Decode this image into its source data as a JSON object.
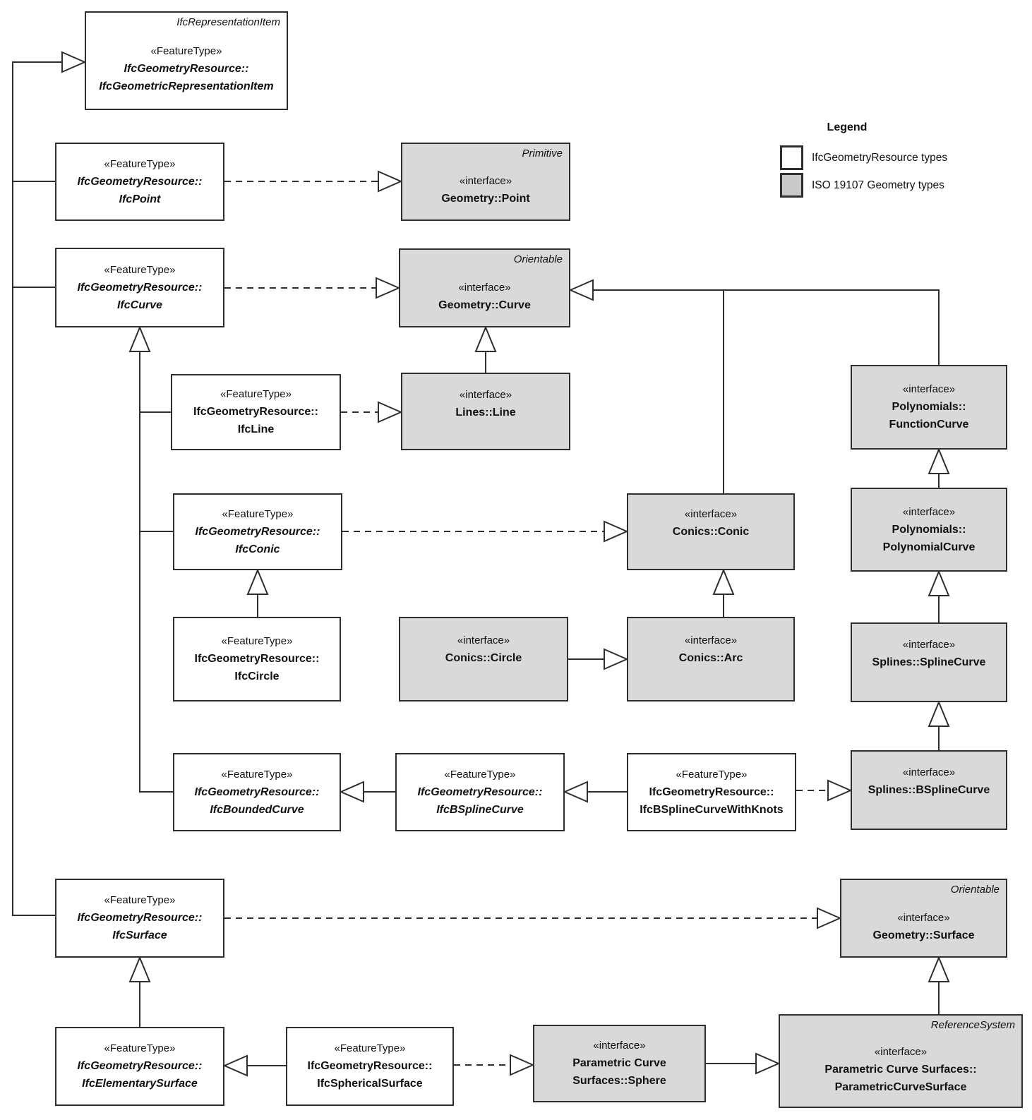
{
  "legend": {
    "title": "Legend",
    "items": [
      {
        "swatch": "white",
        "label": "IfcGeometryResource types"
      },
      {
        "swatch": "gray",
        "label": "ISO 19107 Geometry types"
      }
    ]
  },
  "colors": {
    "ifc_box_fill": "#ffffff",
    "iso_box_fill": "#d9d9d9",
    "box_border": "#2e2e2e",
    "text": "#111111"
  },
  "nodes": {
    "reprItem": {
      "header": "IfcRepresentationItem",
      "stereotype": "«FeatureType»",
      "name": [
        "IfcGeometryResource::",
        "IfcGeometricRepresentationItem"
      ],
      "abstract": true,
      "category": "IfcGeometryResource types"
    },
    "ifcPoint": {
      "stereotype": "«FeatureType»",
      "name": [
        "IfcGeometryResource::",
        "IfcPoint"
      ],
      "abstract": true,
      "category": "IfcGeometryResource types"
    },
    "ifcCurve": {
      "stereotype": "«FeatureType»",
      "name": [
        "IfcGeometryResource::",
        "IfcCurve"
      ],
      "abstract": true,
      "category": "IfcGeometryResource types"
    },
    "ifcLine": {
      "stereotype": "«FeatureType»",
      "name": [
        "IfcGeometryResource::",
        "IfcLine"
      ],
      "abstract": false,
      "category": "IfcGeometryResource types"
    },
    "ifcConic": {
      "stereotype": "«FeatureType»",
      "name": [
        "IfcGeometryResource::",
        "IfcConic"
      ],
      "abstract": true,
      "category": "IfcGeometryResource types"
    },
    "ifcCircle": {
      "stereotype": "«FeatureType»",
      "name": [
        "IfcGeometryResource::",
        "IfcCircle"
      ],
      "abstract": false,
      "category": "IfcGeometryResource types"
    },
    "ifcBoundedCurve": {
      "stereotype": "«FeatureType»",
      "name": [
        "IfcGeometryResource::",
        "IfcBoundedCurve"
      ],
      "abstract": true,
      "category": "IfcGeometryResource types"
    },
    "ifcBSplineCurve": {
      "stereotype": "«FeatureType»",
      "name": [
        "IfcGeometryResource::",
        "IfcBSplineCurve"
      ],
      "abstract": true,
      "category": "IfcGeometryResource types"
    },
    "ifcBSplineCurveWithKnots": {
      "stereotype": "«FeatureType»",
      "name": [
        "IfcGeometryResource::",
        "IfcBSplineCurveWithKnots"
      ],
      "abstract": false,
      "category": "IfcGeometryResource types"
    },
    "ifcSurface": {
      "stereotype": "«FeatureType»",
      "name": [
        "IfcGeometryResource::",
        "IfcSurface"
      ],
      "abstract": true,
      "category": "IfcGeometryResource types"
    },
    "ifcElementarySurface": {
      "stereotype": "«FeatureType»",
      "name": [
        "IfcGeometryResource::",
        "IfcElementarySurface"
      ],
      "abstract": true,
      "category": "IfcGeometryResource types"
    },
    "ifcSphericalSurface": {
      "stereotype": "«FeatureType»",
      "name": [
        "IfcGeometryResource::",
        "IfcSphericalSurface"
      ],
      "abstract": false,
      "category": "IfcGeometryResource types"
    },
    "point": {
      "header": "Primitive",
      "stereotype": "«interface»",
      "name": [
        "Geometry::Point"
      ],
      "abstract": false,
      "category": "ISO 19107 Geometry types"
    },
    "curve": {
      "header": "Orientable",
      "stereotype": "«interface»",
      "name": [
        "Geometry::Curve"
      ],
      "abstract": false,
      "category": "ISO 19107 Geometry types"
    },
    "line": {
      "stereotype": "«interface»",
      "name": [
        "Lines::Line"
      ],
      "abstract": false,
      "category": "ISO 19107 Geometry types"
    },
    "conic": {
      "stereotype": "«interface»",
      "name": [
        "Conics::Conic"
      ],
      "abstract": false,
      "category": "ISO 19107 Geometry types"
    },
    "circle": {
      "stereotype": "«interface»",
      "name": [
        "Conics::Circle"
      ],
      "abstract": false,
      "category": "ISO 19107 Geometry types"
    },
    "arc": {
      "stereotype": "«interface»",
      "name": [
        "Conics::Arc"
      ],
      "abstract": false,
      "category": "ISO 19107 Geometry types"
    },
    "functionCurve": {
      "stereotype": "«interface»",
      "name": [
        "Polynomials::",
        "FunctionCurve"
      ],
      "abstract": false,
      "category": "ISO 19107 Geometry types"
    },
    "polynomialCurve": {
      "stereotype": "«interface»",
      "name": [
        "Polynomials::",
        "PolynomialCurve"
      ],
      "abstract": false,
      "category": "ISO 19107 Geometry types"
    },
    "splineCurve": {
      "stereotype": "«interface»",
      "name": [
        "Splines::SplineCurve"
      ],
      "abstract": false,
      "category": "ISO 19107 Geometry types"
    },
    "bSplineCurve": {
      "stereotype": "«interface»",
      "name": [
        "Splines::BSplineCurve"
      ],
      "abstract": false,
      "category": "ISO 19107 Geometry types"
    },
    "surface": {
      "header": "Orientable",
      "stereotype": "«interface»",
      "name": [
        "Geometry::Surface"
      ],
      "abstract": false,
      "category": "ISO 19107 Geometry types"
    },
    "sphere": {
      "stereotype": "«interface»",
      "name": [
        "Parametric Curve",
        "Surfaces::Sphere"
      ],
      "abstract": false,
      "category": "ISO 19107 Geometry types"
    },
    "pcs": {
      "header": "ReferenceSystem",
      "stereotype": "«interface»",
      "name": [
        "Parametric Curve Surfaces::",
        "ParametricCurveSurface"
      ],
      "abstract": false,
      "category": "ISO 19107 Geometry types"
    }
  },
  "edges": [
    {
      "from": "IfcGeometryResource::IfcPoint",
      "to": "IfcGeometryResource::IfcGeometricRepresentationItem",
      "type": "generalization"
    },
    {
      "from": "IfcGeometryResource::IfcCurve",
      "to": "IfcGeometryResource::IfcGeometricRepresentationItem",
      "type": "generalization"
    },
    {
      "from": "IfcGeometryResource::IfcSurface",
      "to": "IfcGeometryResource::IfcGeometricRepresentationItem",
      "type": "generalization"
    },
    {
      "from": "IfcGeometryResource::IfcLine",
      "to": "IfcGeometryResource::IfcCurve",
      "type": "generalization"
    },
    {
      "from": "IfcGeometryResource::IfcConic",
      "to": "IfcGeometryResource::IfcCurve",
      "type": "generalization"
    },
    {
      "from": "IfcGeometryResource::IfcBoundedCurve",
      "to": "IfcGeometryResource::IfcCurve",
      "type": "generalization"
    },
    {
      "from": "IfcGeometryResource::IfcCircle",
      "to": "IfcGeometryResource::IfcConic",
      "type": "generalization"
    },
    {
      "from": "IfcGeometryResource::IfcBSplineCurve",
      "to": "IfcGeometryResource::IfcBoundedCurve",
      "type": "generalization"
    },
    {
      "from": "IfcGeometryResource::IfcBSplineCurveWithKnots",
      "to": "IfcGeometryResource::IfcBSplineCurve",
      "type": "generalization"
    },
    {
      "from": "IfcGeometryResource::IfcElementarySurface",
      "to": "IfcGeometryResource::IfcSurface",
      "type": "generalization"
    },
    {
      "from": "IfcGeometryResource::IfcSphericalSurface",
      "to": "IfcGeometryResource::IfcElementarySurface",
      "type": "generalization"
    },
    {
      "from": "Lines::Line",
      "to": "Geometry::Curve",
      "type": "generalization"
    },
    {
      "from": "Conics::Conic",
      "to": "Geometry::Curve",
      "type": "generalization"
    },
    {
      "from": "Polynomials::FunctionCurve",
      "to": "Geometry::Curve",
      "type": "generalization"
    },
    {
      "from": "Conics::Circle",
      "to": "Conics::Arc",
      "type": "generalization"
    },
    {
      "from": "Conics::Arc",
      "to": "Conics::Conic",
      "type": "generalization"
    },
    {
      "from": "Polynomials::PolynomialCurve",
      "to": "Polynomials::FunctionCurve",
      "type": "generalization"
    },
    {
      "from": "Splines::SplineCurve",
      "to": "Polynomials::PolynomialCurve",
      "type": "generalization"
    },
    {
      "from": "Splines::BSplineCurve",
      "to": "Splines::SplineCurve",
      "type": "generalization"
    },
    {
      "from": "Parametric Curve Surfaces::Sphere",
      "to": "Parametric Curve Surfaces::ParametricCurveSurface",
      "type": "generalization"
    },
    {
      "from": "Parametric Curve Surfaces::ParametricCurveSurface",
      "to": "Geometry::Surface",
      "type": "generalization"
    },
    {
      "from": "IfcGeometryResource::IfcPoint",
      "to": "Geometry::Point",
      "type": "realization"
    },
    {
      "from": "IfcGeometryResource::IfcCurve",
      "to": "Geometry::Curve",
      "type": "realization"
    },
    {
      "from": "IfcGeometryResource::IfcLine",
      "to": "Lines::Line",
      "type": "realization"
    },
    {
      "from": "IfcGeometryResource::IfcConic",
      "to": "Conics::Conic",
      "type": "realization"
    },
    {
      "from": "IfcGeometryResource::IfcCircle",
      "to": "Conics::Circle",
      "type": "realization"
    },
    {
      "from": "IfcGeometryResource::IfcBSplineCurveWithKnots",
      "to": "Splines::BSplineCurve",
      "type": "realization"
    },
    {
      "from": "IfcGeometryResource::IfcSurface",
      "to": "Geometry::Surface",
      "type": "realization"
    },
    {
      "from": "IfcGeometryResource::IfcSphericalSurface",
      "to": "Parametric Curve Surfaces::Sphere",
      "type": "realization"
    }
  ]
}
